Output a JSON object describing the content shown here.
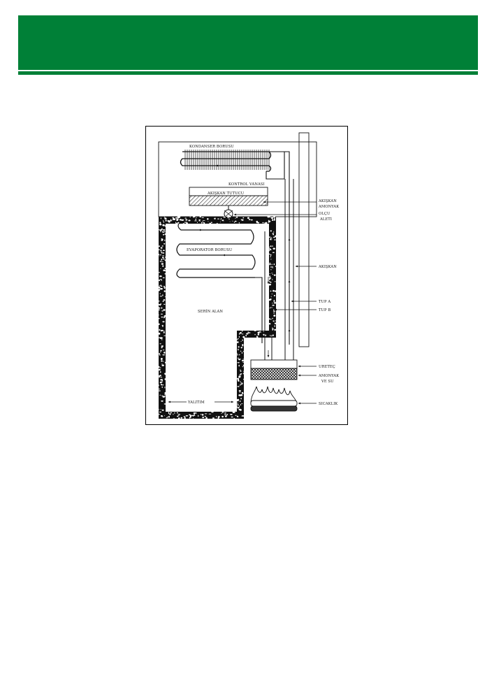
{
  "colors": {
    "header_green": "#008037",
    "page_background": "#ffffff",
    "line": "#111111"
  },
  "diagram": {
    "labels": {
      "condenser": "KONDANSER BORUSU",
      "control_valve": "KONTROL VANASI",
      "refrigerant_tank": "AKIŞKAN TUTUCU",
      "evaporator": "EVAPORATOR BORUSU",
      "cool_area": "SERİN ALAN",
      "insulation": "YALITIM",
      "refrigerant_ammonia": [
        "AKIŞKAN",
        "AMONYAK"
      ],
      "gauge": [
        "OLÇU",
        "ALETI"
      ],
      "refrigerant": "AKIŞKAN",
      "tube_a": "TUP A",
      "tube_b": "TUP B",
      "generator": "URETEÇ",
      "ammonia_water": [
        "AMONYAK",
        "VE SU"
      ],
      "heat": "SICAKLIK"
    }
  }
}
